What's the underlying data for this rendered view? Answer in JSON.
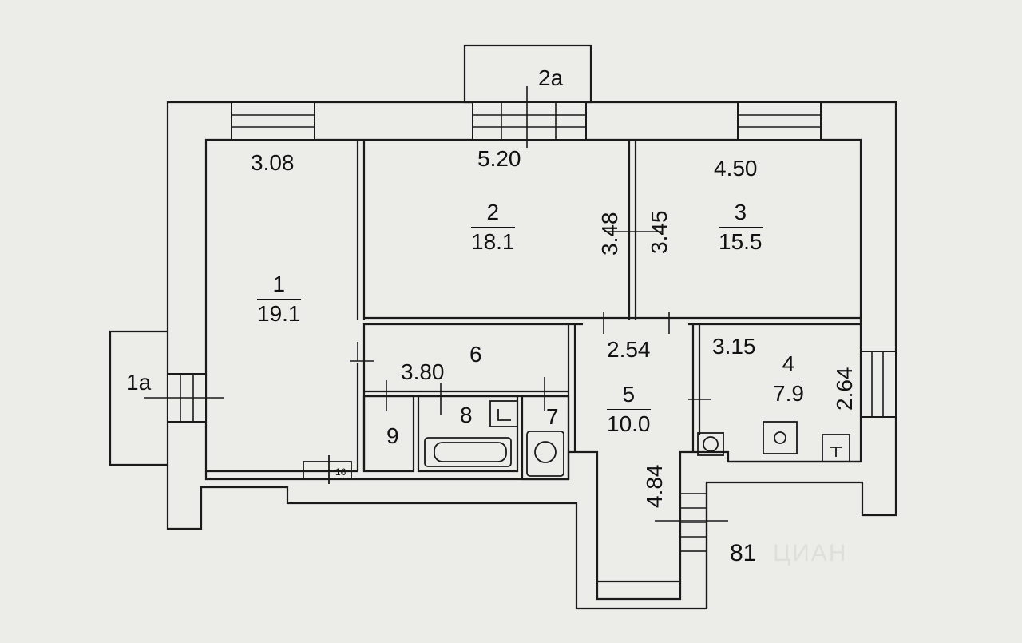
{
  "balconies": {
    "b1": "1a",
    "b2": "2a"
  },
  "rooms": [
    {
      "id": "1",
      "area": "19.1"
    },
    {
      "id": "2",
      "area": "18.1"
    },
    {
      "id": "3",
      "area": "15.5"
    },
    {
      "id": "4",
      "area": "7.9"
    },
    {
      "id": "5",
      "area": "10.0"
    }
  ],
  "room_labels": {
    "r6": "6",
    "r7": "7",
    "r8": "8",
    "r9": "9"
  },
  "dimensions": {
    "d308": "3.08",
    "d520": "5.20",
    "d450": "4.50",
    "d348": "3.48",
    "d345": "3.45",
    "d380": "3.80",
    "d254": "2.54",
    "d315": "3.15",
    "d264": "2.64",
    "d484": "4.84"
  },
  "apartment_number": "81",
  "misc": {
    "v16": "16"
  },
  "watermark": "ЦИАН"
}
